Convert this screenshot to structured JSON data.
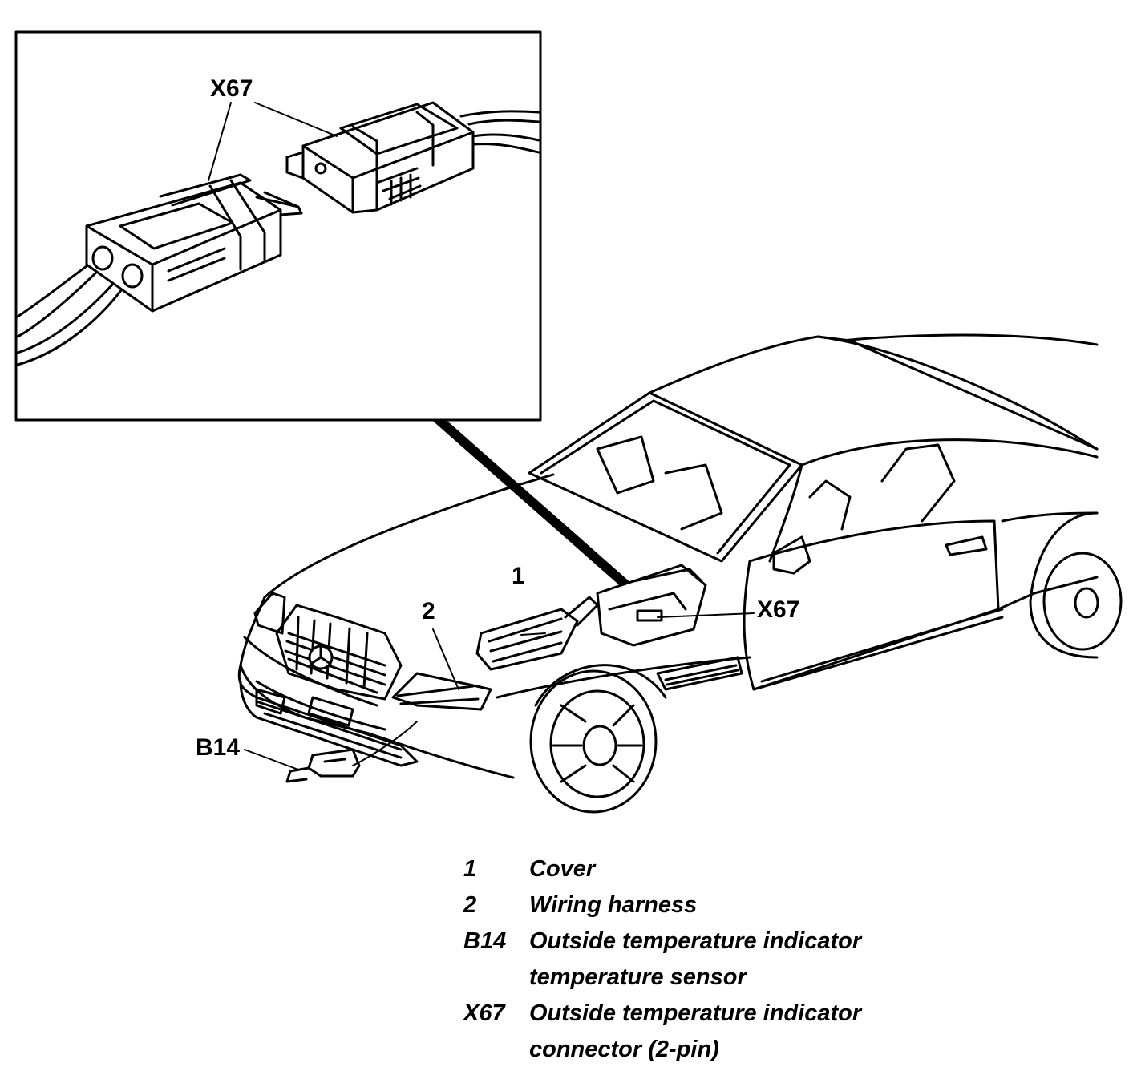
{
  "callouts": {
    "inset_x67": "X67",
    "cover": "1",
    "harness": "2",
    "main_x67": "X67",
    "sensor": "B14"
  },
  "legend": [
    {
      "key": "1",
      "line1": "Cover",
      "line2": ""
    },
    {
      "key": "2",
      "line1": "Wiring harness",
      "line2": ""
    },
    {
      "key": "B14",
      "line1": "Outside temperature indicator",
      "line2": "temperature sensor"
    },
    {
      "key": "X67",
      "line1": "Outside temperature indicator",
      "line2": "connector (2-pin)"
    }
  ]
}
